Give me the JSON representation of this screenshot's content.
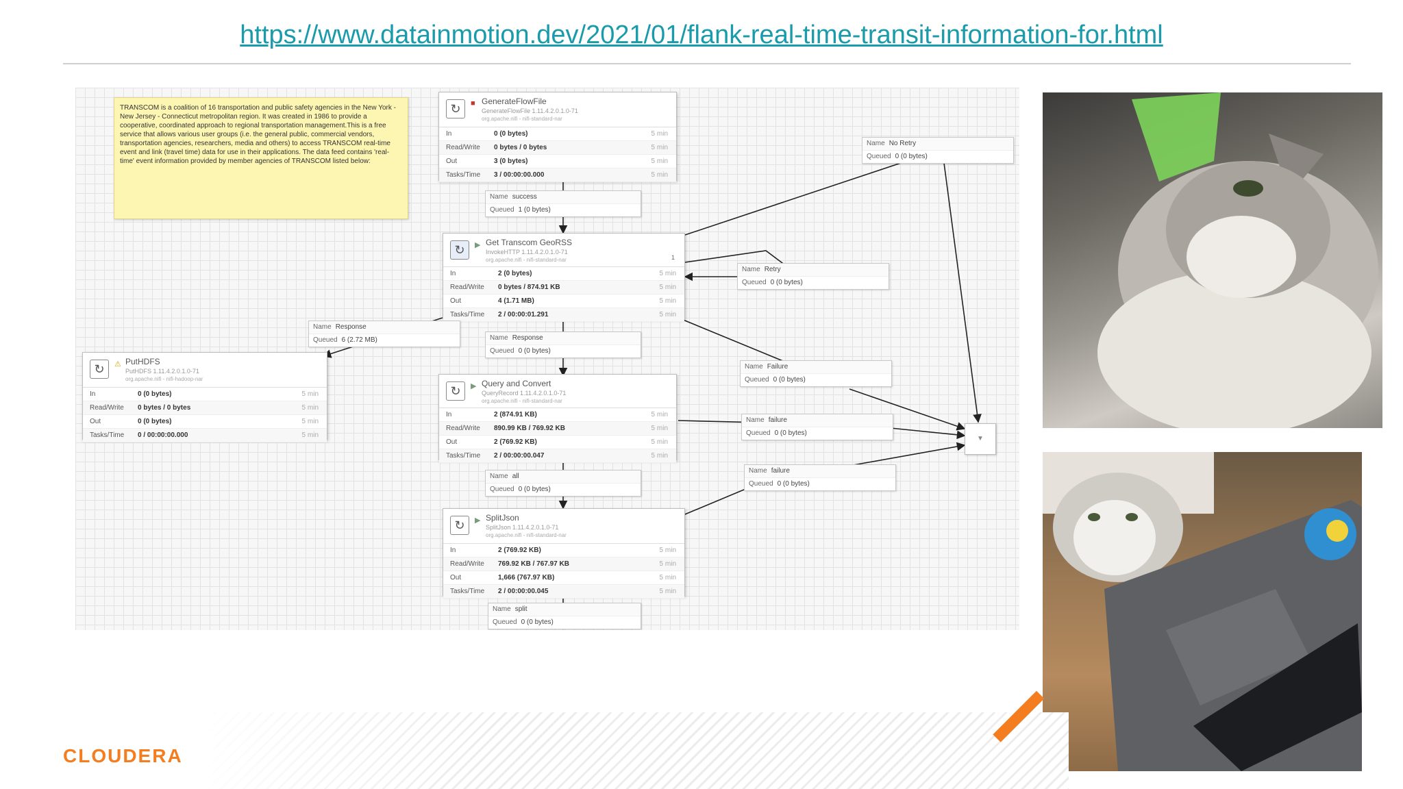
{
  "header": {
    "url": "https://www.datainmotion.dev/2021/01/flank-real-time-transit-information-for.html"
  },
  "brand": {
    "logo_text": "CLOUDERA",
    "accent_color": "#f47d20",
    "link_color": "#1a9bab"
  },
  "label": {
    "text": "TRANSCOM is a coalition of 16 transportation and public safety agencies in the New York - New Jersey - Connecticut metropolitan region. It was created in 1986 to provide a cooperative, coordinated approach to regional transportation management.This is a free service that allows various user groups (i.e. the general public, commercial vendors, transportation agencies, researchers, media and others) to access TRANSCOM real-time event and link (travel time) data for use in their applications. The data feed contains 'real-time' event information provided by member agencies of TRANSCOM listed below:"
  },
  "labels": {
    "in": "In",
    "rw": "Read/Write",
    "out": "Out",
    "tasks": "Tasks/Time",
    "name": "Name",
    "queued": "Queued",
    "five_min": "5 min"
  },
  "processors": {
    "generate": {
      "name": "GenerateFlowFile",
      "type": "GenerateFlowFile 1.11.4.2.0.1.0-71",
      "bundle": "org.apache.nifi - nifi-standard-nar",
      "in": "0 (0 bytes)",
      "rw": "0 bytes / 0 bytes",
      "out": "3 (0 bytes)",
      "tasks": "3 / 00:00:00.000"
    },
    "geors": {
      "name": "Get Transcom GeoRSS",
      "type": "InvokeHTTP 1.11.4.2.0.1.0-71",
      "bundle": "org.apache.nifi - nifi-standard-nar",
      "badge": "1",
      "in": "2 (0 bytes)",
      "rw": "0 bytes / 874.91 KB",
      "out": "4 (1.71 MB)",
      "tasks": "2 / 00:00:01.291"
    },
    "puthdfs": {
      "name": "PutHDFS",
      "type": "PutHDFS 1.11.4.2.0.1.0-71",
      "bundle": "org.apache.nifi - nifi-hadoop-nar",
      "in": "0 (0 bytes)",
      "rw": "0 bytes / 0 bytes",
      "out": "0 (0 bytes)",
      "tasks": "0 / 00:00:00.000"
    },
    "query": {
      "name": "Query and Convert",
      "type": "QueryRecord 1.11.4.2.0.1.0-71",
      "bundle": "org.apache.nifi - nifi-standard-nar",
      "in": "2 (874.91 KB)",
      "rw": "890.99 KB / 769.92 KB",
      "out": "2 (769.92 KB)",
      "tasks": "2 / 00:00:00.047"
    },
    "split": {
      "name": "SplitJson",
      "type": "SplitJson 1.11.4.2.0.1.0-71",
      "bundle": "org.apache.nifi - nifi-standard-nar",
      "in": "2 (769.92 KB)",
      "rw": "769.92 KB / 767.97 KB",
      "out": "1,666 (767.97 KB)",
      "tasks": "2 / 00:00:00.045"
    }
  },
  "connections": {
    "success": {
      "name": "success",
      "queued": "1 (0 bytes)"
    },
    "noretry": {
      "name": "No Retry",
      "queued": "0 (0 bytes)"
    },
    "retry": {
      "name": "Retry",
      "queued": "0 (0 bytes)"
    },
    "response_left": {
      "name": "Response",
      "queued": "6 (2.72 MB)"
    },
    "response_mid": {
      "name": "Response",
      "queued": "0 (0 bytes)"
    },
    "failure1": {
      "name": "Failure",
      "queued": "0 (0 bytes)"
    },
    "failure2": {
      "name": "failure",
      "queued": "0 (0 bytes)"
    },
    "failure3": {
      "name": "failure",
      "queued": "0 (0 bytes)"
    },
    "all": {
      "name": "all",
      "queued": "0 (0 bytes)"
    },
    "split": {
      "name": "split",
      "queued": "0 (0 bytes)"
    }
  },
  "funnel": {
    "label": "Funnel"
  }
}
